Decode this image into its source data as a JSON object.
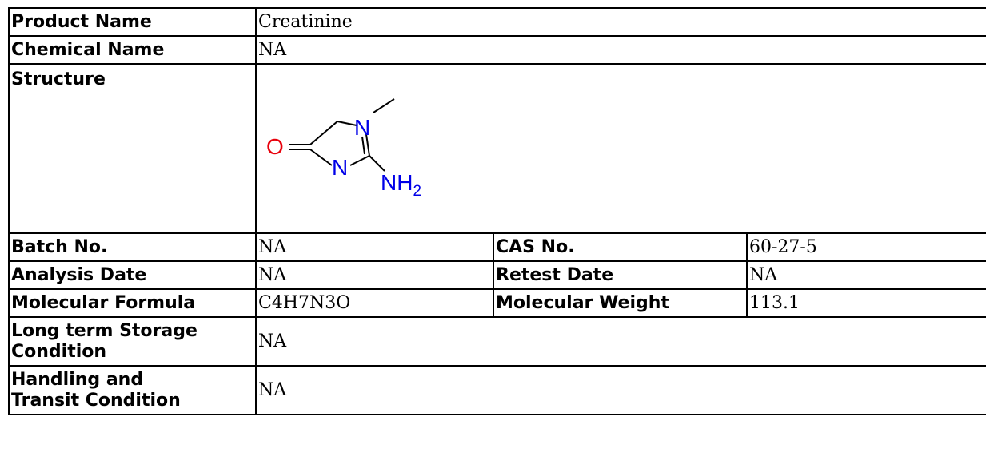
{
  "rows": {
    "product_name": {
      "label": "Product Name",
      "value": "Creatinine"
    },
    "chemical_name": {
      "label": "Chemical Name",
      "value": "NA"
    },
    "structure": {
      "label": "Structure",
      "atoms": {
        "oxygen": "O",
        "ring_nitrogen_top": "N",
        "ring_nitrogen_bottom": "N",
        "amine": "NH",
        "amine_subscript": "2"
      }
    },
    "batch_no": {
      "label": "Batch No.",
      "value": "NA"
    },
    "cas_no": {
      "label": "CAS No.",
      "value": "60-27-5"
    },
    "analysis_date": {
      "label": "Analysis Date",
      "value": "NA"
    },
    "retest_date": {
      "label": "Retest Date",
      "value": "NA"
    },
    "molecular_formula": {
      "label": "Molecular Formula",
      "value": "C4H7N3O"
    },
    "molecular_weight": {
      "label": "Molecular Weight",
      "value": "113.1"
    },
    "storage_condition": {
      "label_line1": "Long term Storage",
      "label_line2": "Condition",
      "value": "NA"
    },
    "handling_condition": {
      "label_line1": "Handling and",
      "label_line2": "Transit Condition",
      "value": "NA"
    }
  },
  "colors": {
    "oxygen": "#e8000b",
    "nitrogen": "#0000e8",
    "border": "#000000"
  }
}
